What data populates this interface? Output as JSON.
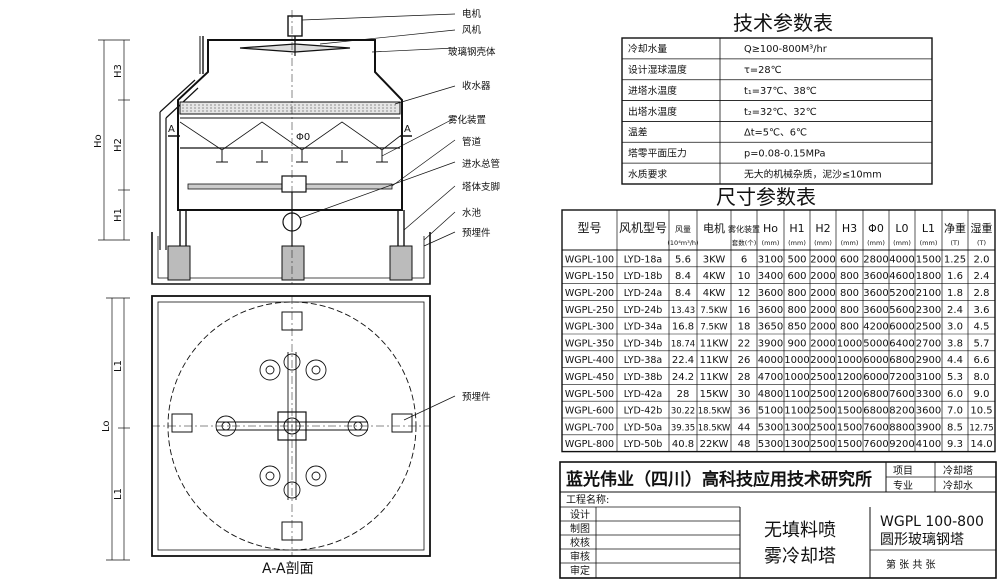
{
  "labels": {
    "motor": "电机",
    "fan": "风机",
    "shell": "玻璃钢壳体",
    "collector": "收水器",
    "atomizer": "雾化装置",
    "pipe": "管道",
    "inlet": "进水总管",
    "support": "塔体支脚",
    "basin": "水池",
    "embed1": "预埋件",
    "embed2": "预埋件",
    "section": "A-A剖面",
    "phi0": "Φ0",
    "a_left": "A",
    "a_right": "A",
    "dim_h3": "H3",
    "dim_h2": "H2",
    "dim_h1": "H1",
    "dim_ho": "Ho",
    "dim_l1a": "L1",
    "dim_l1b": "L1",
    "dim_lo": "Lo"
  },
  "tech": {
    "title": "技术参数表",
    "rows": [
      {
        "k": "冷却水量",
        "v": "Q≥100-800M³/hr"
      },
      {
        "k": "设计湿球温度",
        "v": "τ=28℃"
      },
      {
        "k": "进塔水温度",
        "v": "t₁=37℃、38℃"
      },
      {
        "k": "出塔水温度",
        "v": "t₂=32℃、32℃"
      },
      {
        "k": "温差",
        "v": "Δt=5℃、6℃"
      },
      {
        "k": "塔零平面压力",
        "v": "p=0.08-0.15MPa"
      },
      {
        "k": "水质要求",
        "v": "无大的机械杂质，泥沙≤10mm"
      }
    ]
  },
  "dims": {
    "title": "尺寸参数表",
    "headers": [
      "型号",
      "风机型号",
      "风量",
      "电机",
      "雾化装置",
      "Ho",
      "H1",
      "H2",
      "H3",
      "Φ0",
      "L0",
      "L1",
      "净重",
      "湿重"
    ],
    "subheaders": [
      "",
      "",
      "(10⁴m³/h)",
      "",
      "套数(个)",
      "(mm)",
      "(mm)",
      "(mm)",
      "(mm)",
      "(mm)",
      "(mm)",
      "(mm)",
      "(T)",
      "(T)"
    ],
    "rows": [
      [
        "WGPL-100",
        "LYD-18a",
        "5.6",
        "3KW",
        "6",
        "3100",
        "500",
        "2000",
        "600",
        "2800",
        "4000",
        "1500",
        "1.25",
        "2.0"
      ],
      [
        "WGPL-150",
        "LYD-18b",
        "8.4",
        "4KW",
        "10",
        "3400",
        "600",
        "2000",
        "800",
        "3600",
        "4600",
        "1800",
        "1.6",
        "2.4"
      ],
      [
        "WGPL-200",
        "LYD-24a",
        "8.4",
        "4KW",
        "12",
        "3600",
        "800",
        "2000",
        "800",
        "3600",
        "5200",
        "2100",
        "1.8",
        "2.8"
      ],
      [
        "WGPL-250",
        "LYD-24b",
        "13.43",
        "7.5KW",
        "16",
        "3600",
        "800",
        "2000",
        "800",
        "3600",
        "5600",
        "2300",
        "2.4",
        "3.6"
      ],
      [
        "WGPL-300",
        "LYD-34a",
        "16.8",
        "7.5KW",
        "18",
        "3650",
        "850",
        "2000",
        "800",
        "4200",
        "6000",
        "2500",
        "3.0",
        "4.5"
      ],
      [
        "WGPL-350",
        "LYD-34b",
        "18.74",
        "11KW",
        "22",
        "3900",
        "900",
        "2000",
        "1000",
        "5000",
        "6400",
        "2700",
        "3.8",
        "5.7"
      ],
      [
        "WGPL-400",
        "LYD-38a",
        "22.4",
        "11KW",
        "26",
        "4000",
        "1000",
        "2000",
        "1000",
        "6000",
        "6800",
        "2900",
        "4.4",
        "6.6"
      ],
      [
        "WGPL-450",
        "LYD-38b",
        "24.2",
        "11KW",
        "28",
        "4700",
        "1000",
        "2500",
        "1200",
        "6000",
        "7200",
        "3100",
        "5.3",
        "8.0"
      ],
      [
        "WGPL-500",
        "LYD-42a",
        "28",
        "15KW",
        "30",
        "4800",
        "1100",
        "2500",
        "1200",
        "6800",
        "7600",
        "3300",
        "6.0",
        "9.0"
      ],
      [
        "WGPL-600",
        "LYD-42b",
        "30.22",
        "18.5KW",
        "36",
        "5100",
        "1100",
        "2500",
        "1500",
        "6800",
        "8200",
        "3600",
        "7.0",
        "10.5"
      ],
      [
        "WGPL-700",
        "LYD-50a",
        "39.35",
        "18.5KW",
        "44",
        "5300",
        "1300",
        "2500",
        "1500",
        "7600",
        "8800",
        "3900",
        "8.5",
        "12.75"
      ],
      [
        "WGPL-800",
        "LYD-50b",
        "40.8",
        "22KW",
        "48",
        "5300",
        "1300",
        "2500",
        "1500",
        "7600",
        "9200",
        "4100",
        "9.3",
        "14.0"
      ]
    ]
  },
  "titleblock": {
    "company": "蓝光伟业（四川）高科技应用技术研究所",
    "project_label": "项目",
    "project_value": "冷却塔",
    "specialty_label": "专业",
    "specialty_value": "冷却水",
    "project_name_label": "工程名称:",
    "rows": [
      "设计",
      "制图",
      "校核",
      "审核",
      "审定"
    ],
    "drawing_name": [
      "无填料喷",
      "雾冷却塔"
    ],
    "model_line1": "WGPL 100-800",
    "model_line2": "圆形玻璃钢塔",
    "sheet": "第  张  共  张"
  }
}
